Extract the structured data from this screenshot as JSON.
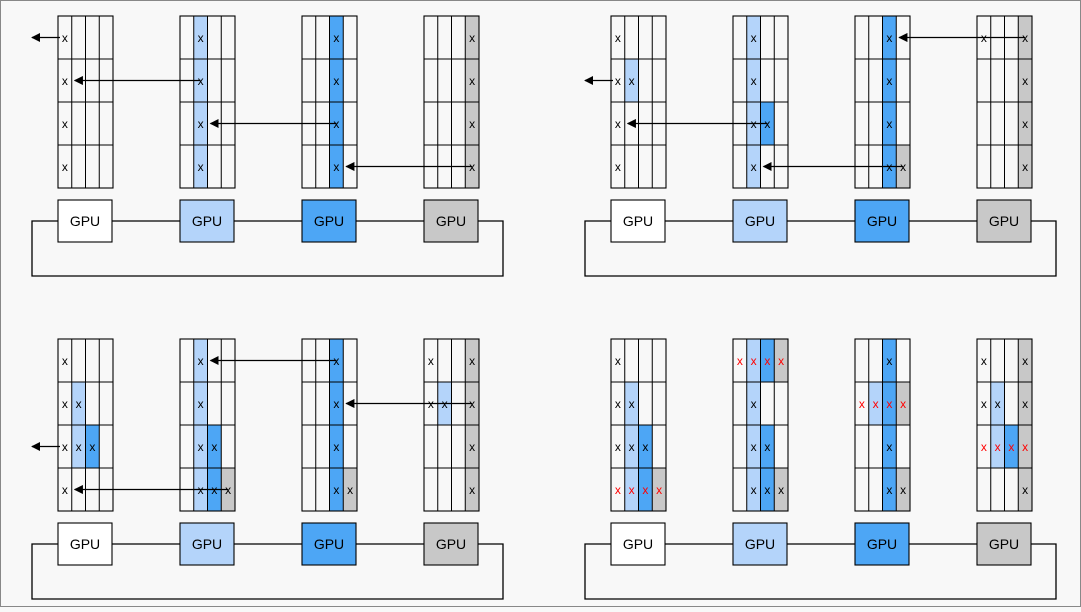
{
  "labels": {
    "gpu": "GPU",
    "mark": "x"
  },
  "colors": {
    "gpu_fills": [
      "#ffffff",
      "#b4d4fa",
      "#4da6f5",
      "#c8c8c8"
    ],
    "line": "#000000",
    "mark_default": "#000000",
    "mark_highlight": "#ff0000",
    "background": "#f8f8f8"
  },
  "panels": [
    {
      "blocks": [
        [
          [
            0
          ],
          [
            0
          ],
          [
            0
          ],
          [
            0
          ]
        ],
        [
          [
            1
          ],
          [
            1
          ],
          [
            1
          ],
          [
            1
          ]
        ],
        [
          [
            2
          ],
          [
            2
          ],
          [
            2
          ],
          [
            2
          ]
        ],
        [
          [
            3
          ],
          [
            3
          ],
          [
            3
          ],
          [
            3
          ]
        ]
      ],
      "red_rows": [],
      "arrows": [
        {
          "from_gpu": 0,
          "to_gpu": "out",
          "row": 0
        },
        {
          "from_gpu": 1,
          "to_gpu": 0,
          "row": 1
        },
        {
          "from_gpu": 2,
          "to_gpu": 1,
          "row": 2
        },
        {
          "from_gpu": 3,
          "to_gpu": 2,
          "row": 3
        }
      ]
    },
    {
      "blocks": [
        [
          [
            0
          ],
          [
            0,
            1
          ],
          [
            0
          ],
          [
            0
          ]
        ],
        [
          [
            1
          ],
          [
            1
          ],
          [
            1,
            2
          ],
          [
            1
          ]
        ],
        [
          [
            2
          ],
          [
            2
          ],
          [
            2
          ],
          [
            2,
            3
          ]
        ],
        [
          [
            0,
            3
          ],
          [
            3
          ],
          [
            3
          ],
          [
            3
          ]
        ]
      ],
      "red_rows": [],
      "arrows": [
        {
          "from_gpu": 0,
          "to_gpu": "out",
          "row": 1
        },
        {
          "from_gpu": 1,
          "to_gpu": 0,
          "row": 2
        },
        {
          "from_gpu": 2,
          "to_gpu": 1,
          "row": 3
        },
        {
          "from_gpu": 3,
          "to_gpu": 2,
          "row": 0
        }
      ]
    },
    {
      "blocks": [
        [
          [
            0
          ],
          [
            0,
            1
          ],
          [
            0,
            1,
            2
          ],
          [
            0
          ]
        ],
        [
          [
            1
          ],
          [
            1
          ],
          [
            1,
            2
          ],
          [
            1,
            2,
            3
          ]
        ],
        [
          [
            2
          ],
          [
            2
          ],
          [
            2
          ],
          [
            2,
            3
          ]
        ],
        [
          [
            0,
            3
          ],
          [
            0,
            1,
            3
          ],
          [
            3
          ],
          [
            3
          ]
        ]
      ],
      "red_rows": [],
      "arrows": [
        {
          "from_gpu": 0,
          "to_gpu": "out",
          "row": 2
        },
        {
          "from_gpu": 1,
          "to_gpu": 0,
          "row": 3
        },
        {
          "from_gpu": 2,
          "to_gpu": 1,
          "row": 0
        },
        {
          "from_gpu": 3,
          "to_gpu": 2,
          "row": 1
        }
      ]
    },
    {
      "blocks": [
        [
          [
            0
          ],
          [
            0,
            1
          ],
          [
            0,
            1,
            2
          ],
          [
            0,
            1,
            2,
            3
          ]
        ],
        [
          [
            0,
            1,
            2,
            3
          ],
          [
            1
          ],
          [
            1,
            2
          ],
          [
            1,
            2,
            3
          ]
        ],
        [
          [
            2
          ],
          [
            0,
            1,
            2,
            3
          ],
          [
            2
          ],
          [
            2,
            3
          ]
        ],
        [
          [
            0,
            3
          ],
          [
            0,
            1,
            3
          ],
          [
            0,
            1,
            2,
            3
          ],
          [
            3
          ]
        ]
      ],
      "red_rows": [
        3,
        0,
        1,
        2
      ],
      "arrows": []
    }
  ]
}
